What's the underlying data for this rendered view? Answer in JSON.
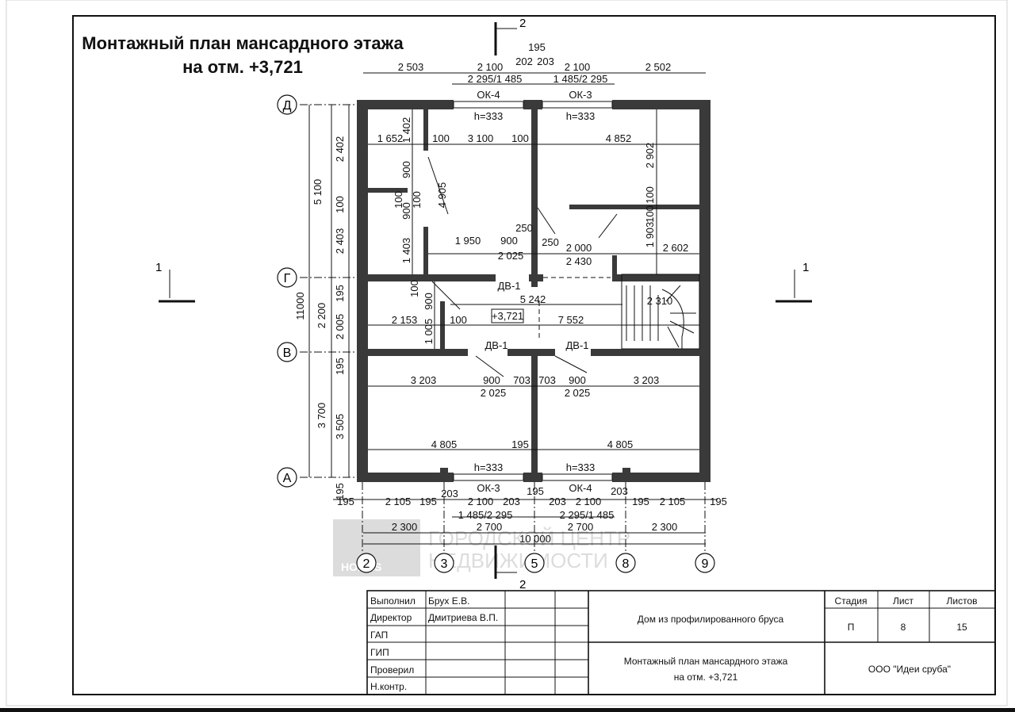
{
  "title": {
    "line1": "Монтажный план мансардного этажа",
    "line2": "на отм. +3,721"
  },
  "axes": {
    "letters": [
      "Д",
      "Г",
      "В",
      "А"
    ],
    "numbers": [
      "2",
      "3",
      "5",
      "8",
      "9"
    ]
  },
  "section_marks": {
    "horizontal": "1",
    "vertical": "2"
  },
  "elevation_mark": "+3,721",
  "top_dims": {
    "row1": [
      "2 503",
      "2 100",
      "202",
      "203",
      "2 100",
      "2 502"
    ],
    "extra": "195",
    "row2": [
      "2 295/1 485",
      "1 485/2 295"
    ],
    "windows": [
      "ОК-4",
      "ОК-3"
    ],
    "heights": [
      "h=333",
      "h=333"
    ]
  },
  "bottom_dims": {
    "row1": [
      "195",
      "2 105",
      "195",
      "2 100",
      "203",
      "203",
      "2 100",
      "195",
      "2 105",
      "195"
    ],
    "small": [
      "203",
      "195",
      "203"
    ],
    "row2": [
      "1 485/2 295",
      "2 295/1 485"
    ],
    "row3": [
      "2 300",
      "2 700",
      "2 700",
      "2 300"
    ],
    "total": "10 000",
    "windows": [
      "ОК-3",
      "ОК-4"
    ],
    "heights": [
      "h=333",
      "h=333"
    ]
  },
  "left_dims": {
    "outer": [
      "5 100",
      "11000",
      "2 200",
      "3 700"
    ],
    "inner": [
      "2 402",
      "100",
      "2 403",
      "195",
      "2 005",
      "195",
      "3 505",
      "195"
    ]
  },
  "interior_dims": [
    "1 652",
    "100",
    "3 100",
    "100",
    "4 852",
    "1 402",
    "2 902",
    "100",
    "900",
    "100",
    "900",
    "4 905",
    "100",
    "250",
    "1 950",
    "900",
    "2 025",
    "250",
    "2 000",
    "2 430",
    "1 903",
    "2 602",
    "1 403",
    "ДВ-1",
    "100",
    "900",
    "5 242",
    "2 310",
    "2 153",
    "100",
    "7 552",
    "1 005",
    "ДВ-1",
    "ДВ-1",
    "3 203",
    "900",
    "703",
    "703",
    "900",
    "3 203",
    "2 025",
    "2 025",
    "4 805",
    "195",
    "4 805",
    "100"
  ],
  "watermark": {
    "line1": "ГОРОДСКОЙ ЦЕНТР",
    "line2": "НЕДВИЖИМОСТИ",
    "logo": "HOMES"
  },
  "title_block": {
    "roles": [
      "Выполнил",
      "Директор",
      "ГАП",
      "ГИП",
      "Проверил",
      "Н.контр."
    ],
    "names": [
      "Брух Е.В.",
      "Дмитриева В.П."
    ],
    "project": "Дом из профилированного бруса",
    "sheet_title_1": "Монтажный план мансардного этажа",
    "sheet_title_2": "на отм. +3,721",
    "stage_label": "Стадия",
    "sheet_label": "Лист",
    "sheets_label": "Листов",
    "stage": "П",
    "sheet": "8",
    "sheets": "15",
    "company": "ООО \"Идеи сруба\""
  }
}
